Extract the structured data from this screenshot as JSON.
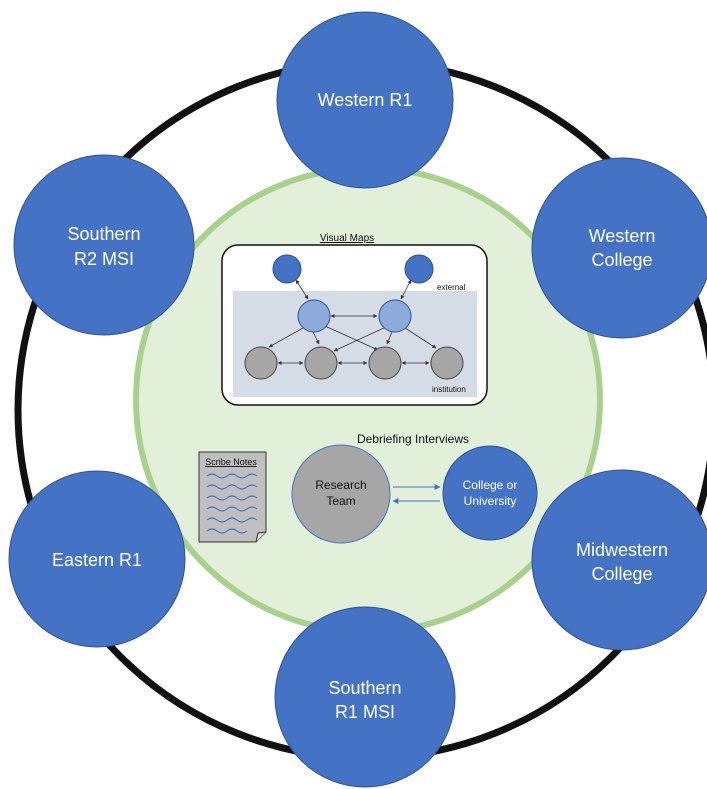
{
  "outer_nodes": {
    "western_r1": [
      "Western R1"
    ],
    "western_college": [
      "Western",
      "College"
    ],
    "midwestern_college": [
      "Midwestern",
      "College"
    ],
    "southern_r1_msi": [
      "Southern",
      "R1 MSI"
    ],
    "eastern_r1": [
      "Eastern R1"
    ],
    "southern_r2_msi": [
      "Southern",
      "R2 MSI"
    ]
  },
  "visual_maps": {
    "title": "Visual Maps",
    "external_label": "external",
    "institution_label": "institution"
  },
  "scribe_notes": {
    "title": "Scribe Notes"
  },
  "debriefing": {
    "title": "Debriefing Interviews",
    "research_team": [
      "Research",
      "Team"
    ],
    "college": [
      "College or",
      "University"
    ]
  },
  "colors": {
    "node_blue": "#4472C4",
    "ring": "#111111",
    "inner_fill": "#E2F0D9",
    "inner_stroke": "#A9D18E",
    "gray_node": "#A6A6A6",
    "light_blue_node": "#8EA9DB",
    "institution_panel": "#D6DCE5"
  }
}
